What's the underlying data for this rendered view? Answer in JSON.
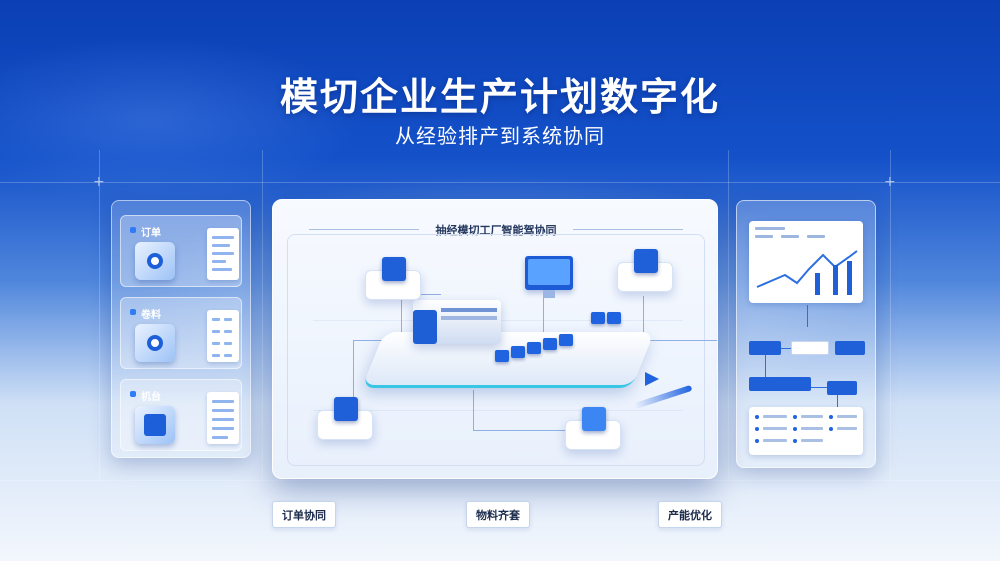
{
  "header": {
    "title": "模切企业生产计划数字化",
    "subtitle": "从经验排产到系统协同"
  },
  "left_panel": {
    "cards": [
      {
        "label": "订单",
        "icon": "roll-icon"
      },
      {
        "label": "卷料",
        "icon": "coil-icon"
      },
      {
        "label": "机台",
        "icon": "machine-icon"
      }
    ]
  },
  "center_panel": {
    "title": "抽经模切工厂智能驾协同"
  },
  "bottom_tags": [
    {
      "label": "订单协同"
    },
    {
      "label": "物料齐套"
    },
    {
      "label": "产能优化"
    }
  ],
  "colors": {
    "primary_blue": "#1f5fd8",
    "accent_cyan": "#39c6e4",
    "bg_top": "#0b3fb5"
  }
}
